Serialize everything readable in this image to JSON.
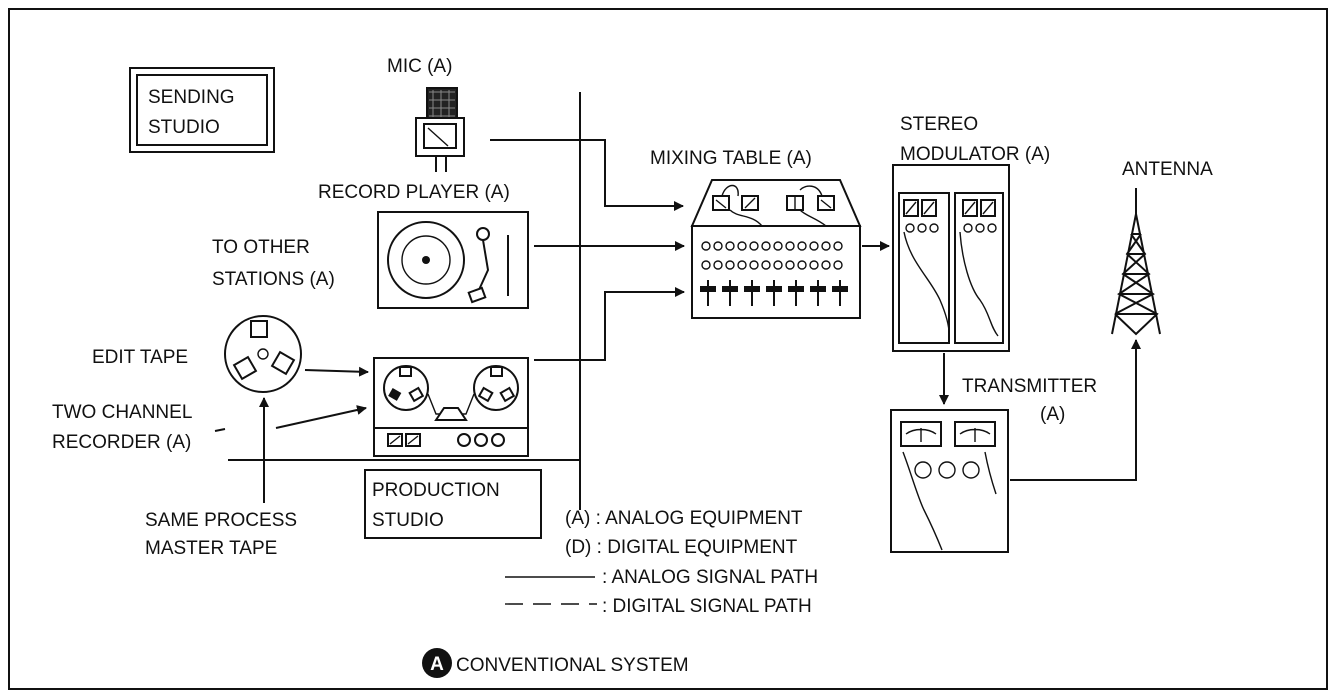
{
  "labels": {
    "sending_studio_line1": "SENDING",
    "sending_studio_line2": "STUDIO",
    "mic": "MIC (A)",
    "record_player": "RECORD PLAYER (A)",
    "to_other_stations_line1": "TO OTHER",
    "to_other_stations_line2": "STATIONS (A)",
    "edit_tape": "EDIT TAPE",
    "two_channel_line1": "TWO CHANNEL",
    "two_channel_line2": "RECORDER (A)",
    "same_process_line1": "SAME PROCESS",
    "same_process_line2": "MASTER TAPE",
    "production_studio_line1": "PRODUCTION",
    "production_studio_line2": "STUDIO",
    "mixing_table": "MIXING TABLE (A)",
    "stereo_modulator_line1": "STEREO",
    "stereo_modulator_line2": "MODULATOR (A)",
    "antenna": "ANTENNA",
    "transmitter_line1": "TRANSMITTER",
    "transmitter_line2": "(A)"
  },
  "legend": {
    "analog_equipment": "(A) :  ANALOG EQUIPMENT",
    "digital_equipment": "(D) : DIGITAL EQUIPMENT",
    "analog_path": ": ANALOG SIGNAL PATH",
    "digital_path": ":  DIGITAL SIGNAL PATH"
  },
  "caption": {
    "badge": "A",
    "text": "CONVENTIONAL SYSTEM"
  }
}
